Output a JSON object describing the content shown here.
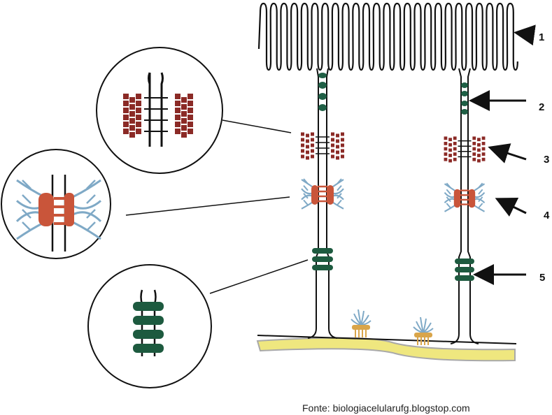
{
  "labels": {
    "microvilli": "1",
    "tight_junction": "2",
    "desmosome": "3",
    "adherens_junction": "4",
    "gap_junction": "5"
  },
  "source": "Fonte: biologiacelularufg.blogstop.com",
  "colors": {
    "outline": "#111111",
    "tight_junction": "#1f5f45",
    "desmosome": "#8b2a26",
    "adherens_plaque": "#c9553a",
    "filaments": "#7fa9c6",
    "gap_junction": "#1d5a3f",
    "basal_lamina": "#efe77f",
    "basal_lamina_border": "#a9a9a9",
    "hemidesmosome": "#d9a54a"
  }
}
